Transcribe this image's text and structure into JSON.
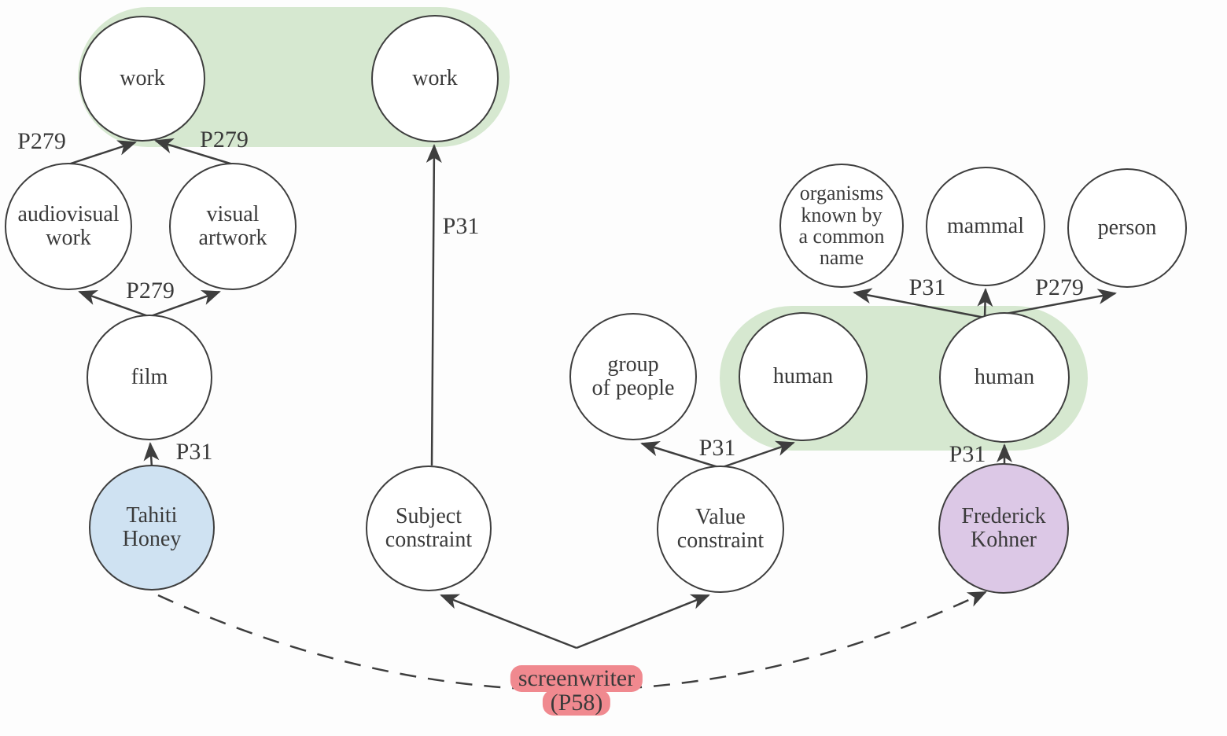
{
  "colors": {
    "highlight_green": "#d6e8d0",
    "node_blue": "#cfe2f2",
    "node_purple": "#dcc8e6",
    "highlight_pink": "#f0898f",
    "line": "#3e3e3e"
  },
  "nodes": {
    "work1": {
      "label": "work"
    },
    "work2": {
      "label": "work"
    },
    "audiovisual": {
      "label": "audiovisual\nwork"
    },
    "visual": {
      "label": "visual\nartwork"
    },
    "film": {
      "label": "film"
    },
    "tahiti": {
      "label": "Tahiti\nHoney"
    },
    "subject": {
      "label": "Subject\nconstraint"
    },
    "group": {
      "label": "group\nof people"
    },
    "human1": {
      "label": "human"
    },
    "human2": {
      "label": "human"
    },
    "value": {
      "label": "Value\nconstraint"
    },
    "kohner": {
      "label": "Frederick\nKohner"
    },
    "organisms": {
      "label": "organisms\nknown by\na common\nname"
    },
    "mammal": {
      "label": "mammal"
    },
    "person": {
      "label": "person"
    }
  },
  "edge_labels": {
    "p279_left": "P279",
    "p279_mid": "P279",
    "p279_film": "P279",
    "p31_tahiti": "P31",
    "p31_subject": "P31",
    "p31_value": "P31",
    "p31_organisms": "P31",
    "p279_person": "P279",
    "p31_kohner": "P31"
  },
  "property": {
    "name": "screenwriter",
    "id": "(P58)"
  }
}
